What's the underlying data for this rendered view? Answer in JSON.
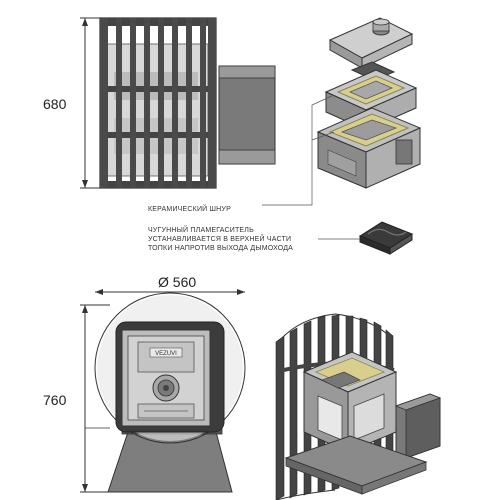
{
  "dimensions": {
    "front_height": "680",
    "front_diameter": "Ø 560",
    "base_height": "760"
  },
  "labels": {
    "ceramic_cord": "КЕРАМИЧЕСКИЙ ШНУР",
    "flame_diffuser_line1": "ЧУГУННЫЙ ПЛАМЕГАСИТЕЛЬ",
    "flame_diffuser_line2": "УСТАНАВЛИВАЕТСЯ В ВЕРХНЕЙ ЧАСТИ",
    "flame_diffuser_line3": "ТОПКИ НАПРОТИВ ВЫХОДА ДЫМОХОДА"
  },
  "brand_plate": "VEZUVI",
  "colors": {
    "metal_dark": "#3f3f3f",
    "metal_mid": "#777777",
    "metal_light": "#c9c9c9",
    "ceramic_cord": "#d8cf8e",
    "line": "#333333"
  }
}
